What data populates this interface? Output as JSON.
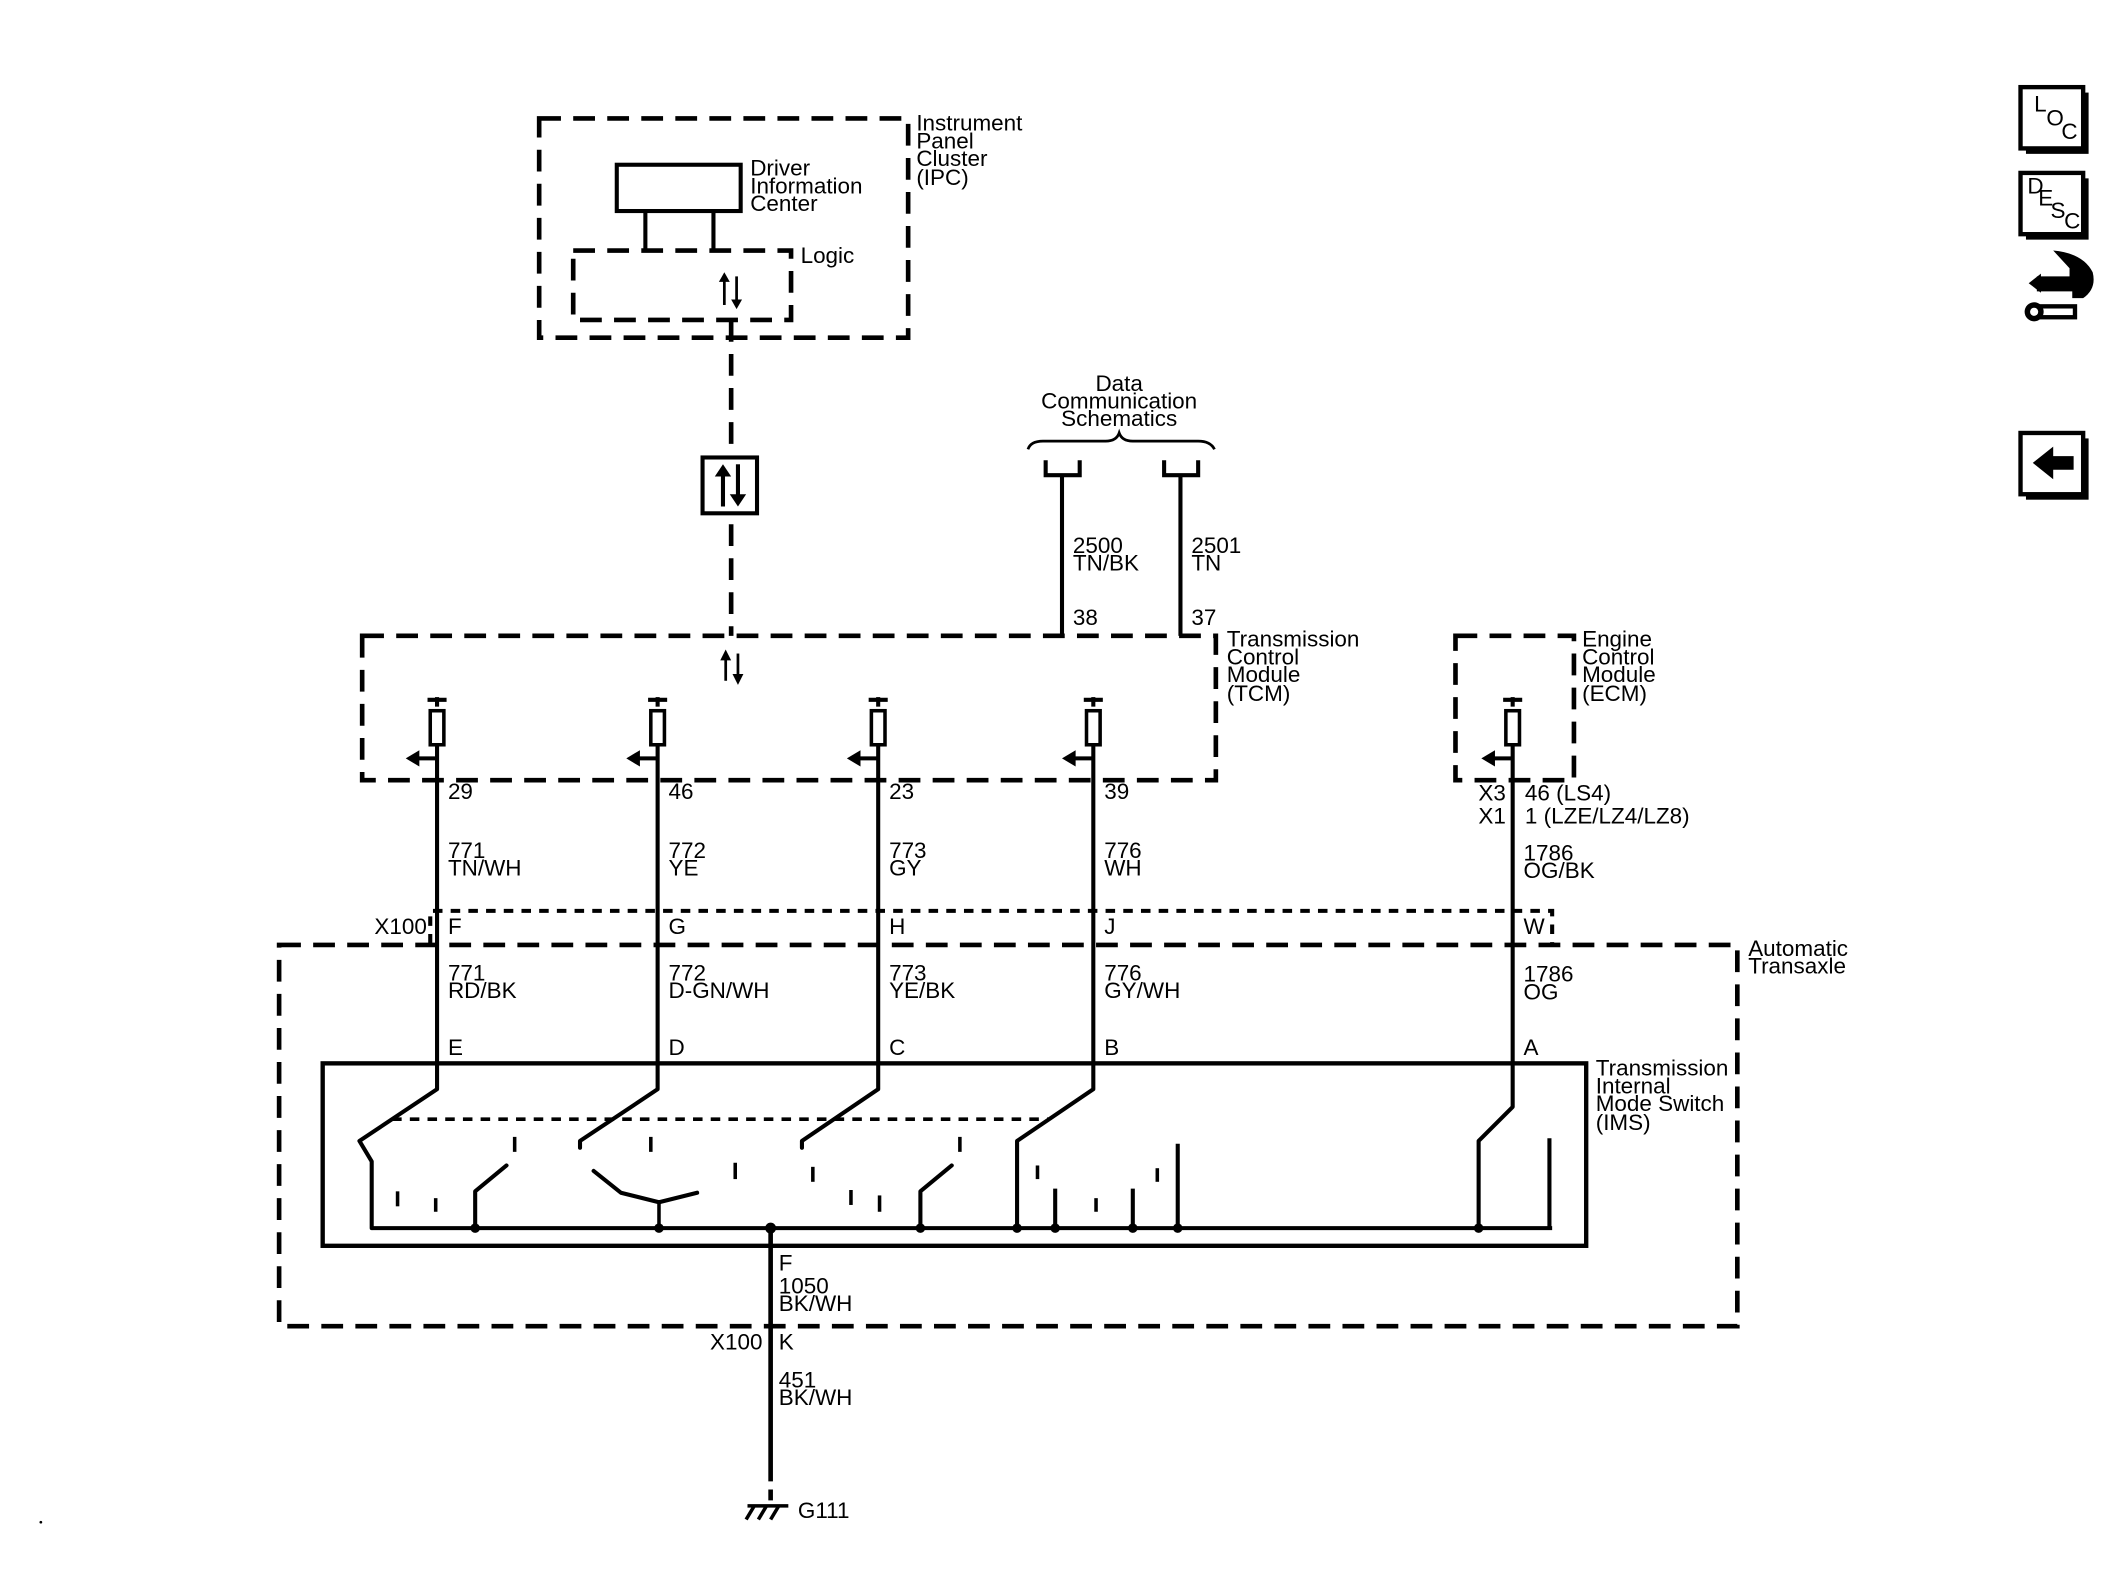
{
  "components": {
    "ipc": {
      "label": [
        "Instrument",
        "Panel",
        "Cluster",
        "(IPC)"
      ]
    },
    "dic": {
      "label": [
        "Driver",
        "Information",
        "Center"
      ]
    },
    "logic": {
      "label": "Logic"
    },
    "data_comm": {
      "label": [
        "Data",
        "Communication",
        "Schematics"
      ]
    },
    "tcm": {
      "label": [
        "Transmission",
        "Control",
        "Module",
        "(TCM)"
      ]
    },
    "ecm": {
      "label": [
        "Engine",
        "Control",
        "Module",
        "(ECM)"
      ]
    },
    "transaxle": {
      "label": [
        "Automatic",
        "Transaxle"
      ]
    },
    "ims": {
      "label": [
        "Transmission",
        "Internal",
        "Mode Switch",
        "(IMS)"
      ]
    }
  },
  "data_circuits": [
    {
      "circuit": "2500",
      "color": "TN/BK",
      "pin": "38"
    },
    {
      "circuit": "2501",
      "color": "TN",
      "pin": "37"
    }
  ],
  "tcm_circuits": [
    {
      "tcm_pin": "29",
      "circuit_upper": "771",
      "color_upper": "TN/WH",
      "x100_pin": "F",
      "circuit_lower": "771",
      "color_lower": "RD/BK",
      "ims_pin": "E"
    },
    {
      "tcm_pin": "46",
      "circuit_upper": "772",
      "color_upper": "YE",
      "x100_pin": "G",
      "circuit_lower": "772",
      "color_lower": "D-GN/WH",
      "ims_pin": "D"
    },
    {
      "tcm_pin": "23",
      "circuit_upper": "773",
      "color_upper": "GY",
      "x100_pin": "H",
      "circuit_lower": "773",
      "color_lower": "YE/BK",
      "ims_pin": "C"
    },
    {
      "tcm_pin": "39",
      "circuit_upper": "776",
      "color_upper": "WH",
      "x100_pin": "J",
      "circuit_lower": "776",
      "color_lower": "GY/WH",
      "ims_pin": "B"
    }
  ],
  "ecm_circuit": {
    "pins": [
      {
        "connector": "X3",
        "pin": "46 (LS4)"
      },
      {
        "connector": "X1",
        "pin": "1 (LZE/LZ4/LZ8)"
      }
    ],
    "circuit_upper": "1786",
    "color_upper": "OG/BK",
    "x100_pin": "W",
    "circuit_lower": "1786",
    "color_lower": "OG",
    "ims_pin": "A"
  },
  "x100_label": "X100",
  "ground_circuit": {
    "ims_pin": "F",
    "circuit_upper": "1050",
    "color_upper": "BK/WH",
    "x100_label": "X100",
    "x100_pin": "K",
    "circuit_lower": "451",
    "color_lower": "BK/WH",
    "ground": "G111"
  },
  "nav": {
    "loc": {
      "l": "L",
      "o": "O",
      "c": "C"
    },
    "desc": {
      "d": "D",
      "e": "E",
      "s": "S",
      "c": "C"
    }
  },
  "icons": [
    "connector-locator-icon",
    "back-arrow-icon",
    "serial-data-icon"
  ]
}
